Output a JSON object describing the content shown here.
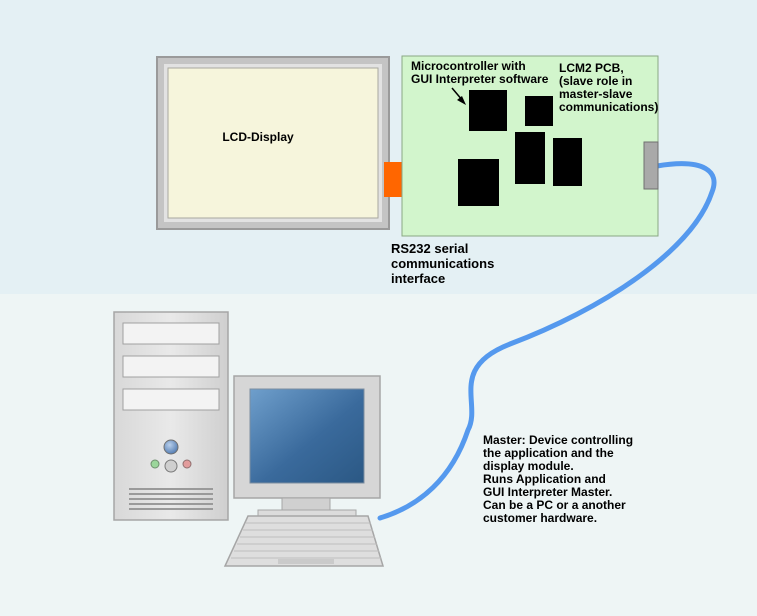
{
  "labels": {
    "lcd": "LCD-Display",
    "micro": [
      "Microcontroller with",
      "GUI Interpreter software"
    ],
    "pcb": [
      "LCM2 PCB,",
      "(slave role in",
      "master-slave",
      "communications)"
    ],
    "rs232": [
      "RS232 serial",
      "communications",
      "interface"
    ],
    "master": [
      "Master: Device controlling",
      "the application and the",
      "display module.",
      "Runs Application and",
      "GUI Interpreter Master.",
      "Can be a PC or a another",
      "customer hardware."
    ]
  },
  "colors": {
    "top_background": "#e4f0f4",
    "bottom_background": "#eef5f5",
    "lcd_screen": "#f6f5dc",
    "pcb": "#d2f5cc",
    "connector": "#ff6600",
    "cable": "#5599ee",
    "chip": "#000000",
    "monitor_screen": "#3d6f9f"
  }
}
